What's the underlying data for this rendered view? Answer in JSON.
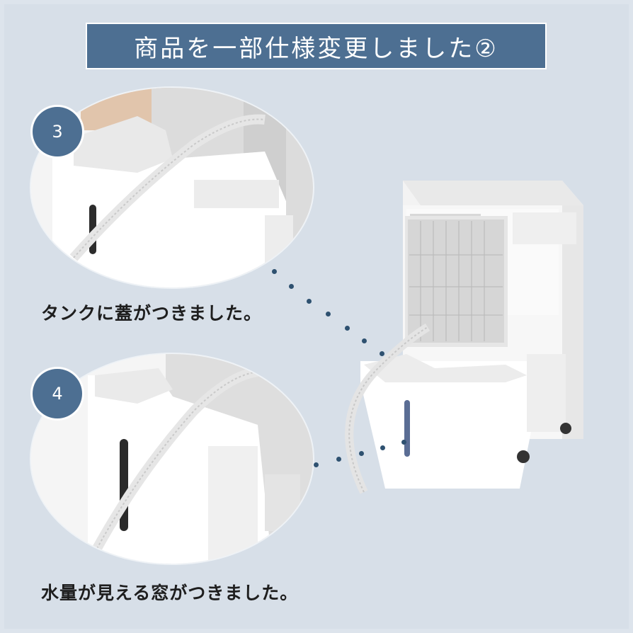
{
  "header": {
    "title": "商品を一部仕様変更しました②"
  },
  "steps": [
    {
      "number": "3",
      "caption": "タンクに蓋がつきました。"
    },
    {
      "number": "4",
      "caption": "水量が見える窓がつきました。"
    }
  ],
  "colors": {
    "accent": "#4d6f92",
    "background": "#d7dfe8",
    "dots": "#2e5170"
  }
}
